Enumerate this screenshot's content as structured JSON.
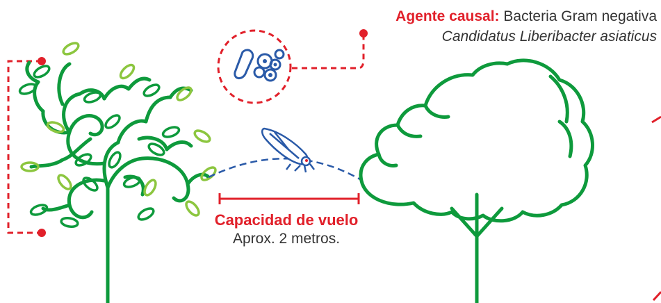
{
  "agent": {
    "label": "Agente causal:",
    "text": " Bacteria Gram negativa",
    "species": "Candidatus Liberibacter asiaticus"
  },
  "flight": {
    "title": "Capacidad de vuelo",
    "distance": "Aprox. 2 metros."
  },
  "colors": {
    "accent_red": "#e1202a",
    "tree_green": "#0e9a3c",
    "leaf_green": "#8cc63f",
    "insect_blue": "#2a5aa8",
    "text_gray": "#333333"
  },
  "icons": {
    "bacteria": "bacteria-icon",
    "psyllid": "psyllid-insect-icon",
    "infected_tree": "infected-tree-icon",
    "healthy_tree": "healthy-tree-icon"
  }
}
